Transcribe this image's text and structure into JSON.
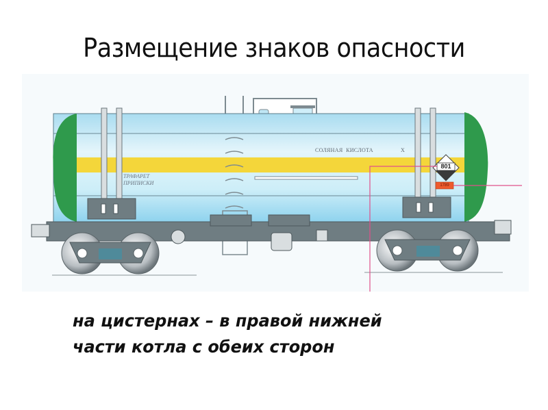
{
  "slide": {
    "title": "Размещение знаков опасности",
    "caption_lines": [
      "на цистернах – в правой нижней",
      "части котла с обеих сторон"
    ]
  },
  "illustration": {
    "subject": "tank-car",
    "cargo_label": "СОЛЯНАЯ  КИСЛОТА",
    "cargo_mark": "X",
    "stencil_label_line1": "ТРАФАРЕТ",
    "stencil_label_line2": "ПРИПИСКИ",
    "hazard_sign_code": "801",
    "un_number_plate": "1789",
    "colors": {
      "tank_body": "#bfe6f4",
      "tank_band": "#f4d63a",
      "tank_end_caps": "#2f9a4c",
      "frame": "#6f7d82",
      "un_plate": "#ee5a2c",
      "leader_line": "#e0508a"
    }
  }
}
